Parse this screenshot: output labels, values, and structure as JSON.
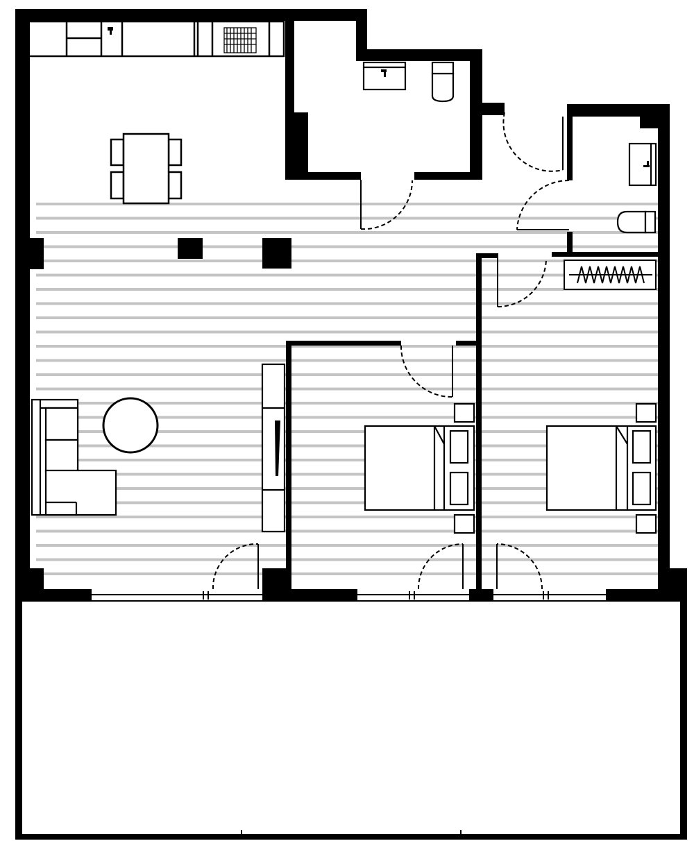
{
  "floor_plan": {
    "text_labels": [],
    "rooms": [
      "kitchen-dining",
      "living-room",
      "bathroom",
      "shower-room",
      "bedroom-1",
      "bedroom-2",
      "balcony"
    ],
    "colors": {
      "wall": "#000000",
      "floor_hatch": "#c4c4c4",
      "background": "#ffffff",
      "line": "#000000"
    }
  }
}
